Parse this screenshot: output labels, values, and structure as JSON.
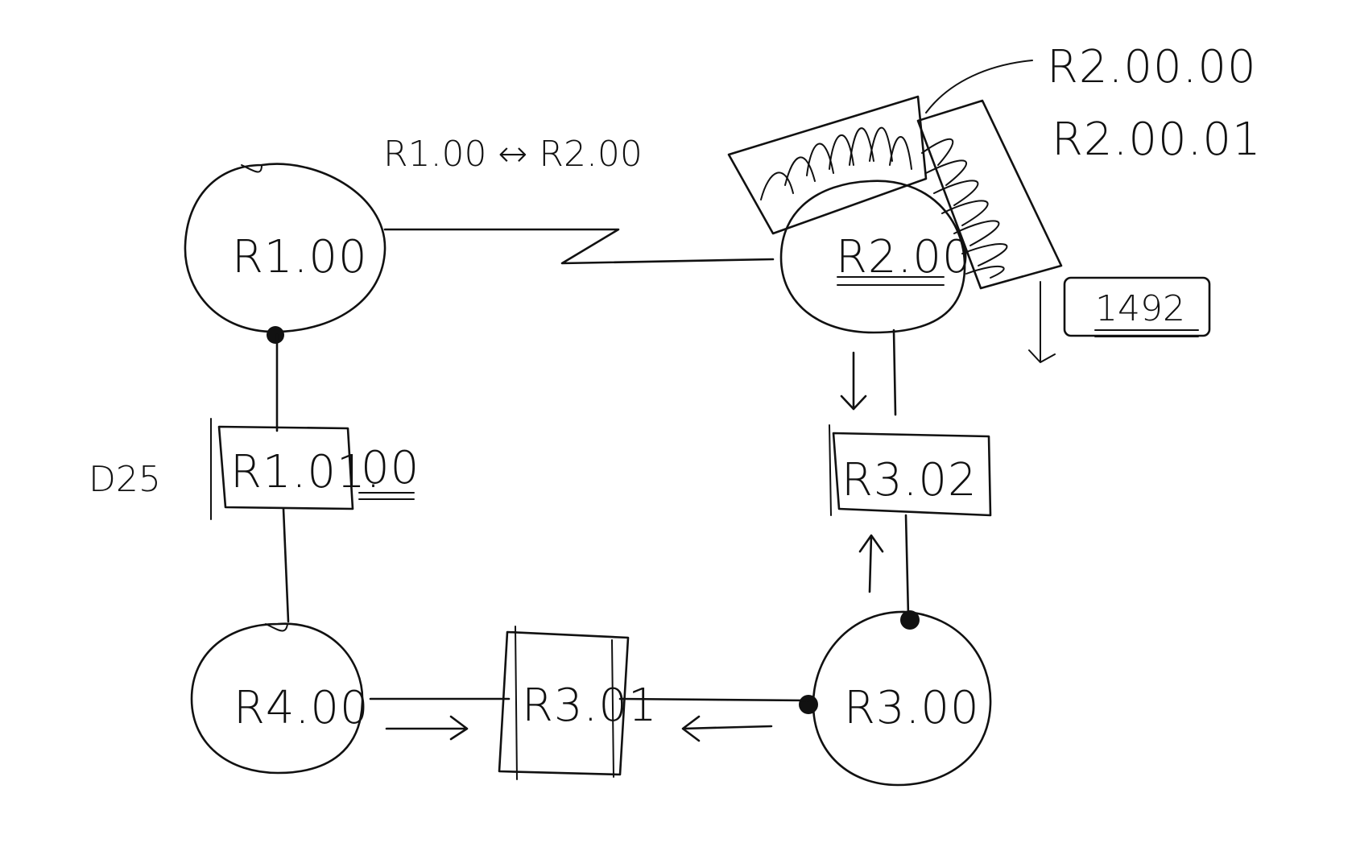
{
  "diagram": {
    "nodes": {
      "r1_00": "R1.00",
      "r2_00": "R2.00",
      "r3_00": "R3.00",
      "r4_00": "R4.00"
    },
    "boxes": {
      "r1_01": "R1.01.",
      "r1_01_suffix": "00",
      "r3_01": "R3.01",
      "r3_02": "R3.02"
    },
    "labels": {
      "adjacency": "R1.00 ↔ R2.00",
      "d25": "D25",
      "lsp_1": "R2.00.00",
      "lsp_2": "R2.00.01",
      "size_1492": "1492"
    },
    "colors": {
      "ink": "#111111",
      "background": "#ffffff"
    }
  }
}
